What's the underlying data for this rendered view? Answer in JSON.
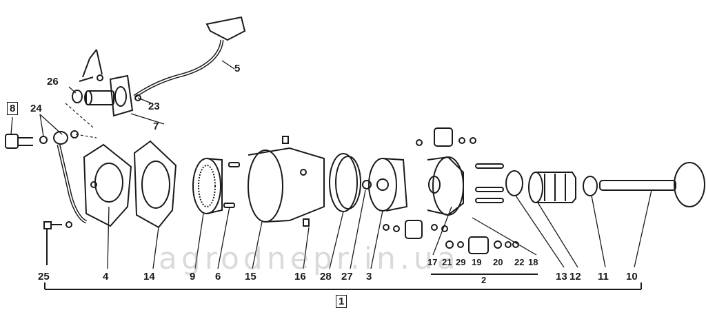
{
  "watermark": "agrodnepr.in.ua",
  "labels": {
    "l1": "1",
    "l2": "2",
    "l3": "3",
    "l4": "4",
    "l5": "5",
    "l6": "6",
    "l7": "7",
    "l8": "8",
    "l9": "9",
    "l10": "10",
    "l11": "11",
    "l12": "12",
    "l13": "13",
    "l14": "14",
    "l15": "15",
    "l16": "16",
    "l17": "17",
    "l18": "18",
    "l19": "19",
    "l20": "20",
    "l21": "21",
    "l22": "22",
    "l23": "23",
    "l24": "24",
    "l25": "25",
    "l26": "26",
    "l27": "27",
    "l28": "28",
    "l29": "29"
  }
}
